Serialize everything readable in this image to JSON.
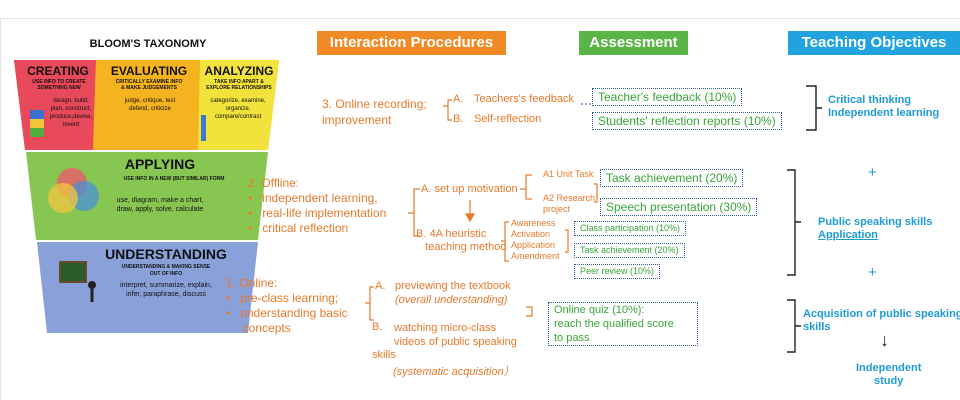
{
  "colors": {
    "orange": "#f08a24",
    "green": "#59b545",
    "blue": "#21a3df"
  },
  "headers": {
    "interaction": "Interaction Procedures",
    "assessment": "Assessment",
    "objectives": "Teaching Objectives"
  },
  "pyramid": {
    "title": "BLOOM'S TAXONOMY",
    "creating": {
      "name": "CREATING",
      "desc1": "USE INFO TO CREATE",
      "desc2": "SOMETHING NEW",
      "words1": "design, build,",
      "words2": "plan, construct,",
      "words3": "produce,devise, invent"
    },
    "evaluating": {
      "name": "EVALUATING",
      "desc1": "CRITICALLY EXAMINE INFO",
      "desc2": "& MAKE JUDGEMENTS",
      "words1": "judge, critique, test",
      "words2": "defend, criticize"
    },
    "analyzing": {
      "name": "ANALYZING",
      "desc1": "TAKE INFO APART &",
      "desc2": "EXPLORE RELATIONSHIPS",
      "words1": "categorize, examine,",
      "words2": "organize,",
      "words3": "compare/contrast"
    },
    "applying": {
      "name": "APPLYING",
      "desc1": "USE INFO IN A NEW (BUT SIMILAR) FORM",
      "words1": "use, diagram, make a chart,",
      "words2": "draw, apply, solve, calculate"
    },
    "understanding": {
      "name": "UNDERSTANDING",
      "desc1": "UNDERSTANDING & MAKING SENSE",
      "desc2": "OUT OF INFO",
      "words1": "interpret, summarize, explain,",
      "words2": "infer, paraphrase, discuss"
    }
  },
  "step3": {
    "title1": "3. Online recording;",
    "title2": "improvement",
    "a_mark": "A.",
    "a_text": "Teachers's feedback",
    "b_mark": "B.",
    "b_text": "Self-reflection"
  },
  "step2": {
    "title": "2. Offline:",
    "items": [
      "independent learning,",
      "real-life implementation",
      "critical reflection"
    ],
    "a_text": "A.   set up motivation",
    "a1": "A1 Unit Task",
    "a2_1": "A2 Research",
    "a2_2": "project",
    "b_text1": "B.   4A heuristic",
    "b_text2": "teaching method",
    "fourA": [
      "Awareness",
      "Activation",
      "Application",
      "Amendment"
    ]
  },
  "step1": {
    "title": "1. Online:",
    "items": [
      "pre-class learning;",
      "understanding basic",
      "concepts"
    ],
    "a_mark": "A.",
    "a_text": "previewing the textbook",
    "a_sub": "(overall understanding)",
    "b_mark": "B.",
    "b_text1": "watching micro-class",
    "b_text2": "videos of public speaking",
    "b_text3": "skills",
    "b_sub": "(systematic acquisition）"
  },
  "assessment": {
    "teacher_fb": "Teacher's feedback (10%)",
    "students_refl": "Students' reflection reports  (10%)",
    "task_ach": "Task achievement (20%)",
    "speech": "Speech presentation  (30%)",
    "class_part": "Class participation (10%)",
    "task_ach2": "Task achievement (20%)",
    "peer": "Peer review (10%)",
    "quiz1": "Online quiz (10%):",
    "quiz2": "reach the qualified score",
    "quiz3": "to pass"
  },
  "objectives": {
    "critical1": "Critical thinking",
    "critical2": "Independent learning",
    "plus": "+",
    "public1": "Public speaking skills",
    "public2": "Application",
    "acq1": "Acquisition of public speaking",
    "acq2": "skills",
    "arrow": "↓",
    "indep1": "Independent",
    "indep2": "study"
  }
}
